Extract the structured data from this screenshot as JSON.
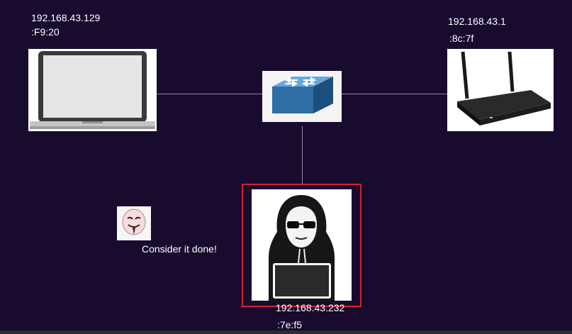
{
  "nodes": {
    "laptop": {
      "ip": "192.168.43.129",
      "mac": ":F9:20",
      "icon": "laptop-icon"
    },
    "router": {
      "ip": "192.168.43.1",
      "mac": ":8c:7f",
      "icon": "router-icon"
    },
    "switch": {
      "icon": "network-switch-icon"
    },
    "attacker": {
      "ip": "192.168.43.232",
      "mac": ":7e:f5",
      "icon": "hacker-icon",
      "highlight_color": "#d7202a"
    }
  },
  "callout": {
    "text": "Consider it done!",
    "icon": "anonymous-mask-icon"
  },
  "colors": {
    "background": "#180b2e",
    "link": "#8a8a95",
    "highlight": "#d7202a"
  }
}
